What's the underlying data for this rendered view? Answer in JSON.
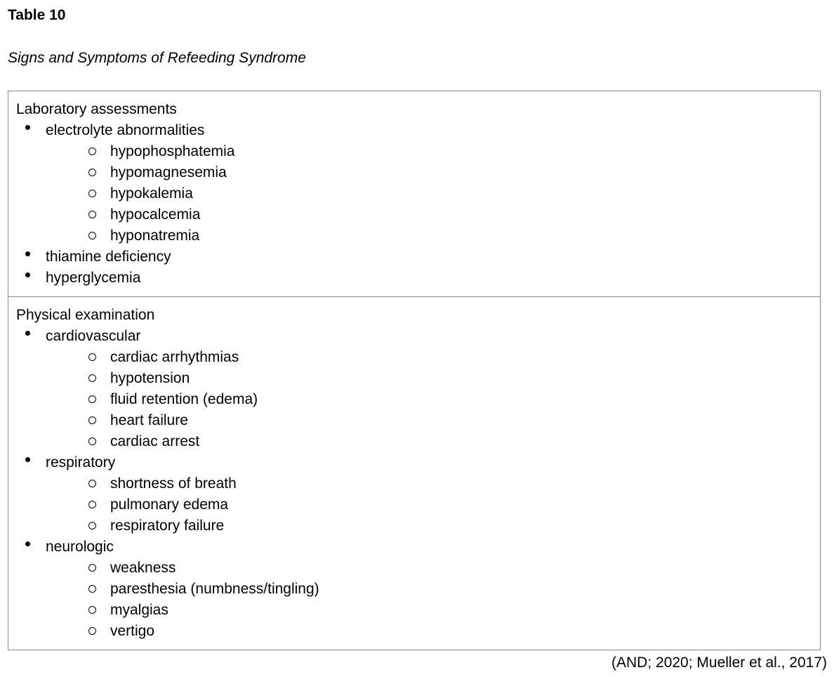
{
  "page": {
    "table_label": "Table 10",
    "table_title": "Signs and Symptoms of Refeeding Syndrome",
    "citation": "(AND; 2020; Mueller et al., 2017)"
  },
  "colors": {
    "border": "#888888",
    "text": "#000000",
    "background": "#ffffff"
  },
  "markers": {
    "level1_glyph": "•",
    "level1_name": "filled-bullet-icon",
    "level2_glyph": "○",
    "level2_name": "open-circle-icon"
  },
  "table": {
    "sections": [
      {
        "header": "Laboratory assessments",
        "items": [
          {
            "level": 1,
            "text": "electrolyte abnormalities"
          },
          {
            "level": 2,
            "text": "hypophosphatemia"
          },
          {
            "level": 2,
            "text": "hypomagnesemia"
          },
          {
            "level": 2,
            "text": "hypokalemia"
          },
          {
            "level": 2,
            "text": "hypocalcemia"
          },
          {
            "level": 2,
            "text": "hyponatremia"
          },
          {
            "level": 1,
            "text": "thiamine deficiency"
          },
          {
            "level": 1,
            "text": "hyperglycemia"
          }
        ]
      },
      {
        "header": "Physical examination",
        "items": [
          {
            "level": 1,
            "text": "cardiovascular"
          },
          {
            "level": 2,
            "text": "cardiac arrhythmias"
          },
          {
            "level": 2,
            "text": "hypotension"
          },
          {
            "level": 2,
            "text": "fluid retention (edema)"
          },
          {
            "level": 2,
            "text": "heart failure"
          },
          {
            "level": 2,
            "text": "cardiac arrest"
          },
          {
            "level": 1,
            "text": "respiratory"
          },
          {
            "level": 2,
            "text": "shortness of breath"
          },
          {
            "level": 2,
            "text": "pulmonary edema"
          },
          {
            "level": 2,
            "text": "respiratory failure"
          },
          {
            "level": 1,
            "text": "neurologic"
          },
          {
            "level": 2,
            "text": "weakness"
          },
          {
            "level": 2,
            "text": "paresthesia (numbness/tingling)"
          },
          {
            "level": 2,
            "text": "myalgias"
          },
          {
            "level": 2,
            "text": "vertigo"
          }
        ]
      }
    ]
  }
}
